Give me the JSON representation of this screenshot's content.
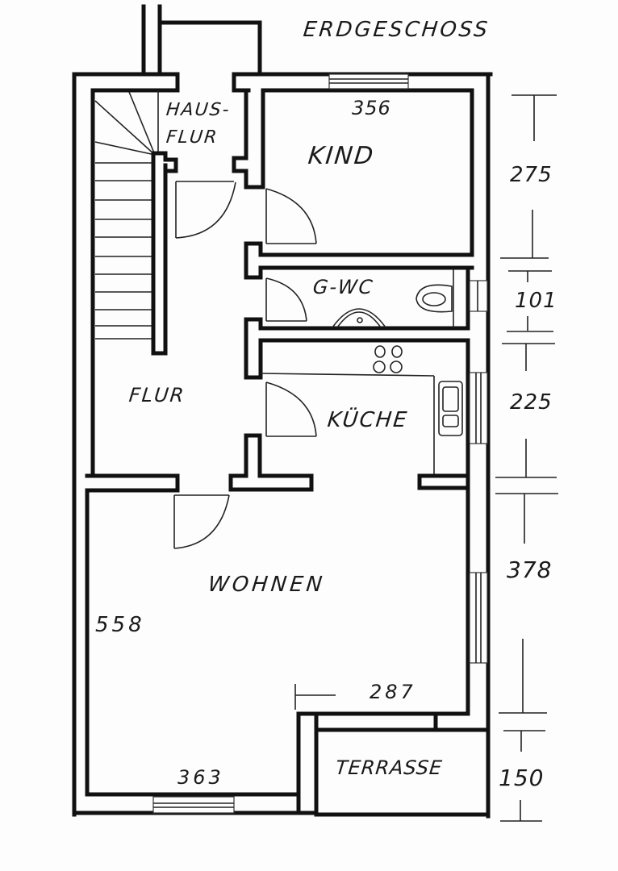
{
  "title": "ERDGESCHOSS",
  "rooms": [
    {
      "id": "hausflur",
      "label_line1": "HAUS-",
      "label_line2": "FLUR"
    },
    {
      "id": "kind",
      "label": "KIND",
      "width_dim": "356"
    },
    {
      "id": "gwc",
      "label": "G-WC"
    },
    {
      "id": "flur",
      "label": "FLUR"
    },
    {
      "id": "kueche",
      "label": "KÜCHE"
    },
    {
      "id": "wohnen",
      "label": "WOHNEN",
      "height_dim": "558",
      "width_dim_bottom": "363",
      "width_dim_right": "287"
    },
    {
      "id": "terrasse",
      "label": "TERRASSE"
    }
  ],
  "side_dimensions": [
    "275",
    "101",
    "225",
    "378",
    "150"
  ],
  "colors": {
    "ink": "#111111",
    "paper": "#fdfdfd"
  }
}
